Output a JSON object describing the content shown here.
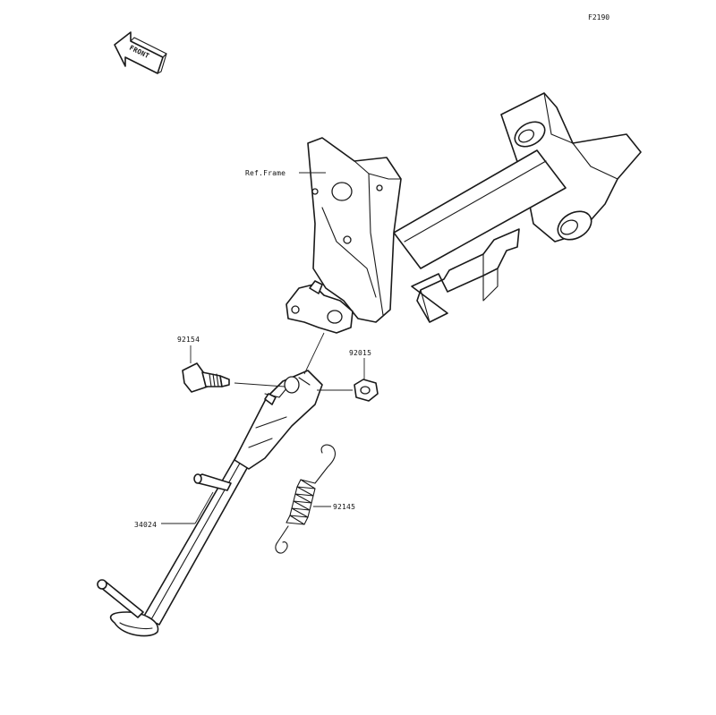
{
  "figure_code": "F2190",
  "front_label": "FRONT",
  "callouts": {
    "ref_frame": "Ref.Frame",
    "bolt": "92154",
    "nut": "92015",
    "spring": "92145",
    "side_stand": "34024"
  }
}
